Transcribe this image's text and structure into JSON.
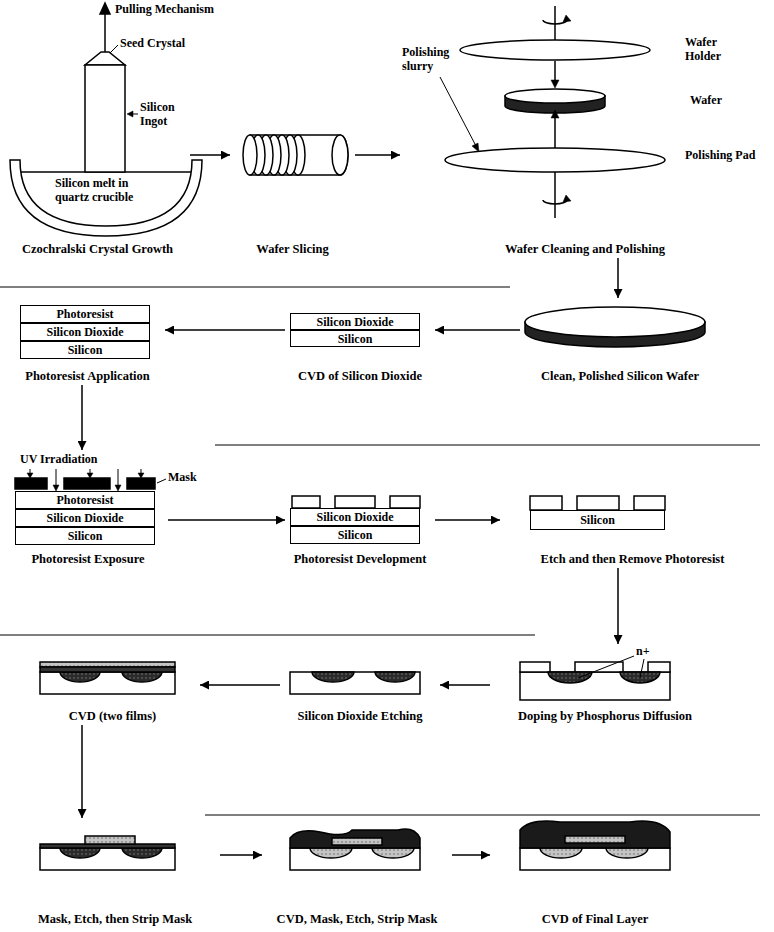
{
  "diagram": {
    "nodes": [
      {
        "text": [
          "Czochralski Crystal Growth"
        ]
      },
      {
        "text": [
          "Wafer Slicing"
        ]
      },
      {
        "text": [
          "Wafer Cleaning and Polishing"
        ]
      },
      {
        "text": [
          "Clean, Polished Silicon Wafer"
        ]
      },
      {
        "text": [
          "CVD of Silicon Dioxide"
        ]
      },
      {
        "text": [
          "Silicon Dioxide"
        ],
        "in": 4
      },
      {
        "text": [
          "Silicon"
        ],
        "in": 4
      },
      {
        "text": [
          "Photoresist Application"
        ]
      },
      {
        "text": [
          "Photoresist"
        ],
        "in": 7
      },
      {
        "text": [
          "Silicon Dioxide"
        ],
        "in": 7
      },
      {
        "text": [
          "Silicon"
        ],
        "in": 7
      },
      {
        "text": [
          "Photoresist Exposure"
        ]
      },
      {
        "text": [
          "Photoresist"
        ],
        "in": 11
      },
      {
        "text": [
          "Silicon Dioxide"
        ],
        "in": 11
      },
      {
        "text": [
          "Silicon"
        ],
        "in": 11
      },
      {
        "text": [
          "Photoresist Development"
        ]
      },
      {
        "text": [
          "Silicon Dioxide"
        ],
        "in": 15
      },
      {
        "text": [
          "Silicon"
        ],
        "in": 15
      },
      {
        "text": [
          "Etch and then Remove Photoresist"
        ]
      },
      {
        "text": [
          "Silicon"
        ],
        "in": 18
      },
      {
        "text": [
          "Doping by Phosphorus Diffusion"
        ]
      },
      {
        "text": [
          "Silicon Dioxide Etching"
        ]
      },
      {
        "text": [
          "CVD (two films)"
        ]
      },
      {
        "text": [
          "Mask, Etch, then Strip Mask"
        ]
      },
      {
        "text": [
          "CVD, Mask, Etch, Strip Mask"
        ]
      },
      {
        "text": [
          "CVD of Final Layer"
        ]
      }
    ],
    "edges": [
      {
        "from": 0,
        "to": 1,
        "arrow": "to"
      },
      {
        "from": 1,
        "to": 2,
        "arrow": "to"
      },
      {
        "from": 2,
        "to": 3,
        "arrow": "to"
      },
      {
        "from": 3,
        "to": 4,
        "arrow": "to"
      },
      {
        "from": 4,
        "to": 7,
        "arrow": "to"
      },
      {
        "from": 7,
        "to": 11,
        "arrow": "to"
      },
      {
        "from": 11,
        "to": 15,
        "arrow": "to"
      },
      {
        "from": 15,
        "to": 18,
        "arrow": "to"
      },
      {
        "from": 18,
        "to": 20,
        "arrow": "to"
      },
      {
        "from": 20,
        "to": 21,
        "arrow": "to"
      },
      {
        "from": 21,
        "to": 22,
        "arrow": "to"
      },
      {
        "from": 22,
        "to": 23,
        "arrow": "to"
      },
      {
        "from": 23,
        "to": 24,
        "arrow": "to"
      },
      {
        "from": 24,
        "to": 25,
        "arrow": "to"
      }
    ],
    "labels": [
      "Pulling Mechanism",
      "Seed Crystal",
      "Silicon Ingot",
      "Silicon melt in quartz crucible",
      "Polishing slurry",
      "Wafer Holder",
      "Wafer",
      "Polishing Pad",
      "UV Irradiation",
      "Mask",
      "n+"
    ]
  }
}
